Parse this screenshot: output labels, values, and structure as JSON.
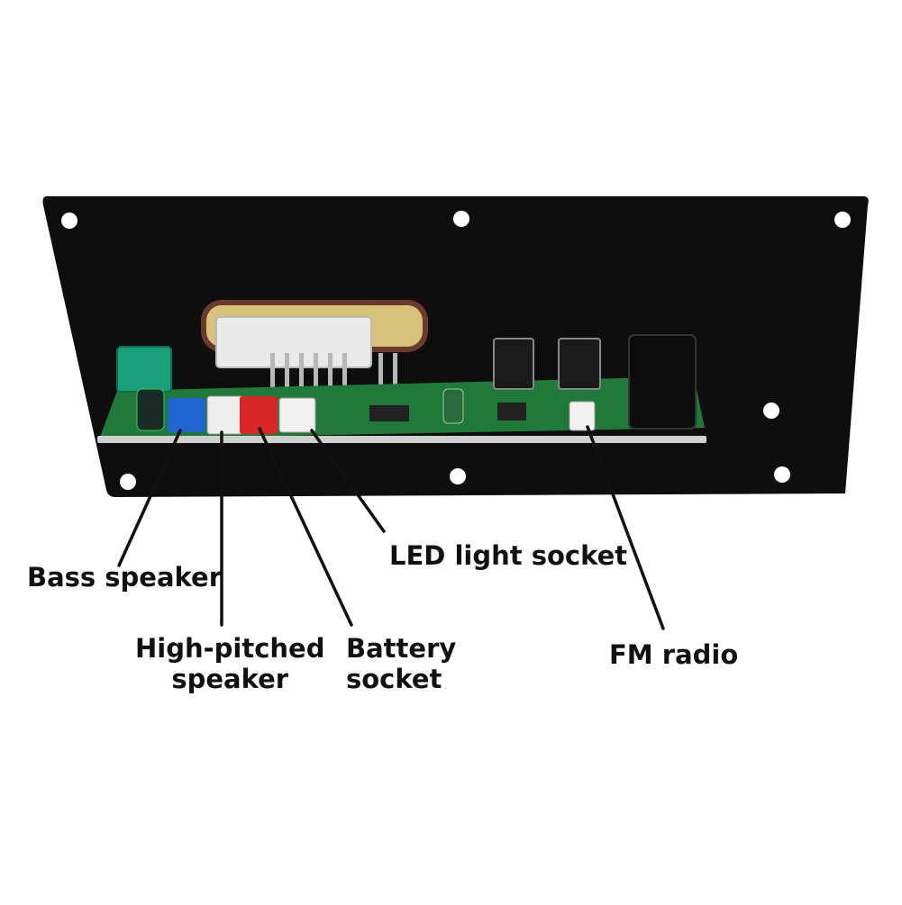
{
  "figure": {
    "subject": "amplifier-board-on-black-panel",
    "colors": {
      "background": "#ffffff",
      "panel": "#0e0e0e",
      "pcb": "#1f7a3a",
      "pcb_dark": "#145c2a",
      "bass_connector": "#1f66d1",
      "high_connector": "#eeeeee",
      "battery_connector": "#d92626",
      "led_connector": "#f2f2f2",
      "fm_connector": "#f2f2f2",
      "transformer_block": "#1aa07a",
      "callout_line": "#111111"
    }
  },
  "callouts": {
    "bass": {
      "lines": [
        "Bass speaker"
      ]
    },
    "high": {
      "lines": [
        "High-pitched",
        "speaker"
      ]
    },
    "battery": {
      "lines": [
        "Battery",
        "socket"
      ]
    },
    "led": {
      "lines": [
        "LED light socket"
      ]
    },
    "fm": {
      "lines": [
        "FM radio"
      ]
    }
  }
}
